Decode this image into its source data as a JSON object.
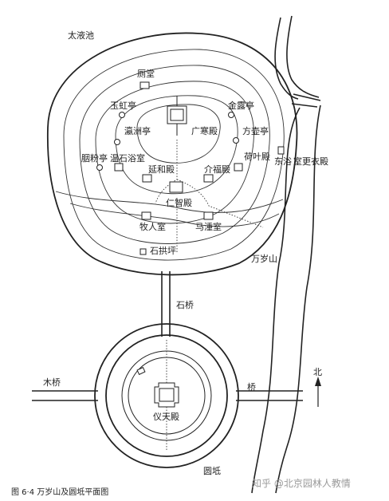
{
  "labels": {
    "taiye_pond": "太液池",
    "ce_hall": "厕堂",
    "yuhong_pavilion": "玉虹亭",
    "jinlu_pavilion": "金露亭",
    "yingzhou_pavilion": "瀛洲亭",
    "guanghan_hall": "广寒殿",
    "fanghu_pavilion": "方壶亭",
    "heye_hall": "荷叶殿",
    "yufen_pavilion": "胭粉亭",
    "wenshi_bath": "温石浴室",
    "yanhe_hall": "延和殿",
    "jiefu_hall": "介福殿",
    "dongyu": "东浴",
    "gengyi_room": "室更衣殿",
    "renzhi_hall": "仁智殿",
    "muren_room": "牧人室",
    "mazhong_room": "马湩室",
    "shigong_bi": "石拱坪",
    "wansui_hill": "万岁山",
    "stone_bridge": "石桥",
    "wood_bridge": "木桥",
    "bridge": "桥",
    "north": "北",
    "yitian_hall": "仪天殿",
    "round_wall": "圆坻"
  },
  "caption": "图 6·4 万岁山及圆坻平面图",
  "watermark": "知乎 @北京园林人教情"
}
